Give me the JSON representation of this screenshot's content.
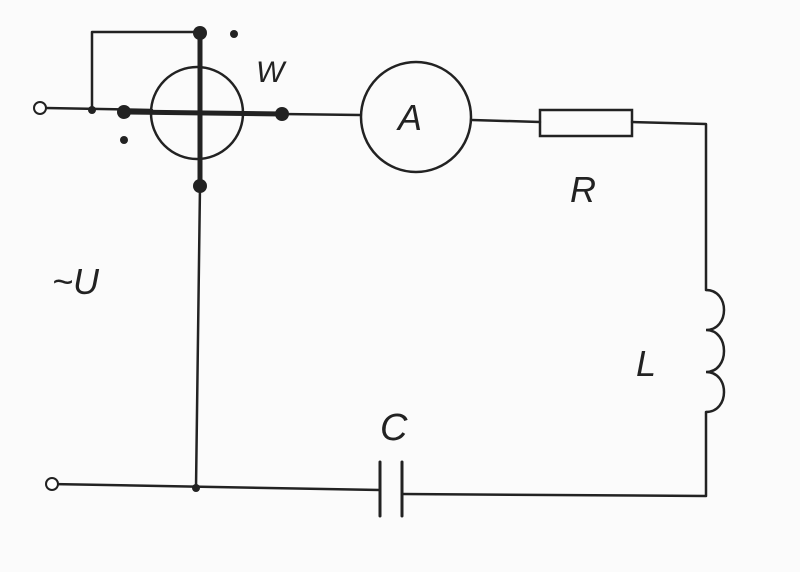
{
  "labels": {
    "wattmeter": "W",
    "ammeter": "A",
    "resistor": "R",
    "inductor": "L",
    "capacitor": "C",
    "source": "~U"
  },
  "colors": {
    "ink": "#222222",
    "paper": "#fbfbfb"
  }
}
